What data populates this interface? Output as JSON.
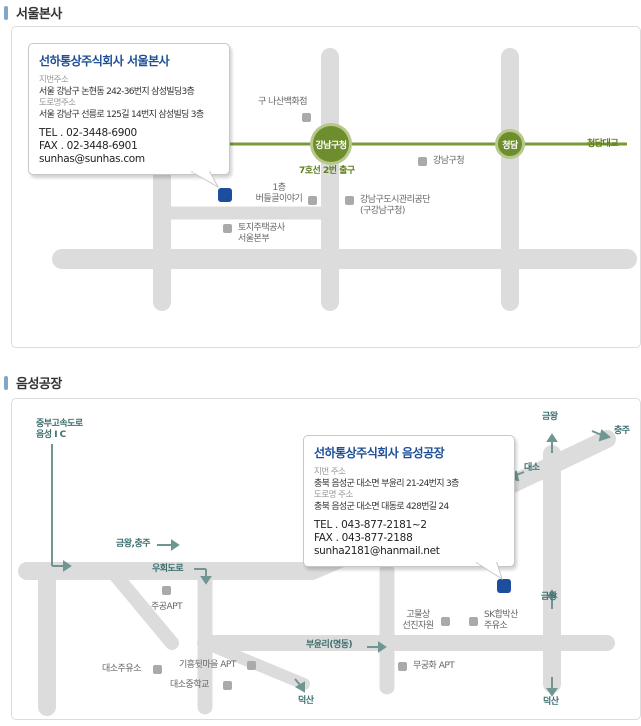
{
  "seoul": {
    "heading": "서울본사",
    "card": {
      "title": "선하통상주식회사 서울본사",
      "lot_label": "지번주소",
      "lot_address": "서울 강남구 논현동 242-36번지 삼성빌딩3층",
      "road_label": "도로명주소",
      "road_address": "서울 강남구 선릉로 125길 14번지 삼성빌딩 3층",
      "tel": "TEL . 02-3448-6900",
      "fax": "FAX . 02-3448-6901",
      "email": "sunhas@sunhas.com"
    },
    "stations": [
      "강남구청",
      "청담"
    ],
    "labels": {
      "nasan": "구 나산백화점",
      "exit": "7호선 2번 출구",
      "gangnam_office": "강남구청",
      "bridge": "청담대교",
      "berdle_1": "1층",
      "berdle_2": "버들골이야기",
      "facility_1": "강남구도시관리공단",
      "facility_2": "(구강남구청)",
      "lh_1": "토지주택공사",
      "lh_2": "서울본부"
    }
  },
  "eumseong": {
    "heading": "음성공장",
    "card": {
      "title": "선하통상주식회사 음성공장",
      "lot_label": "지번 주소",
      "lot_address": "충북 음성군 대소면 부윤리 21-24번지 3층",
      "road_label": "도로명 주소",
      "road_address": "충북 음성군 대소면 대동로 428번길 24",
      "tel": "TEL . 043-877-2181~2",
      "fax": "FAX . 043-877-2188",
      "email": "sunha2181@hanmail.net"
    },
    "labels": {
      "ic_1": "중부고속도로",
      "ic_2": "음성 I C",
      "geumwang_top": "금왕",
      "chungju_top": "충주",
      "daeso": "대소",
      "geumwang_chungju": "금왕,충주",
      "bypass": "우회도로",
      "jugong": "주공APT",
      "geumwang_right": "금왕",
      "goraesang_1": "고물상",
      "goraesang_2": "선진자원",
      "sk_1": "SK합박산",
      "sk_2": "주유소",
      "buyun": "부윤리(명동)",
      "daeso_gas": "대소주유소",
      "gyeoul": "기흥뒷마을 APT",
      "daeso_school": "대소중학교",
      "mugunghwa": "무궁화 APT",
      "deoksan_left": "덕산",
      "deoksan_right": "덕산"
    }
  }
}
